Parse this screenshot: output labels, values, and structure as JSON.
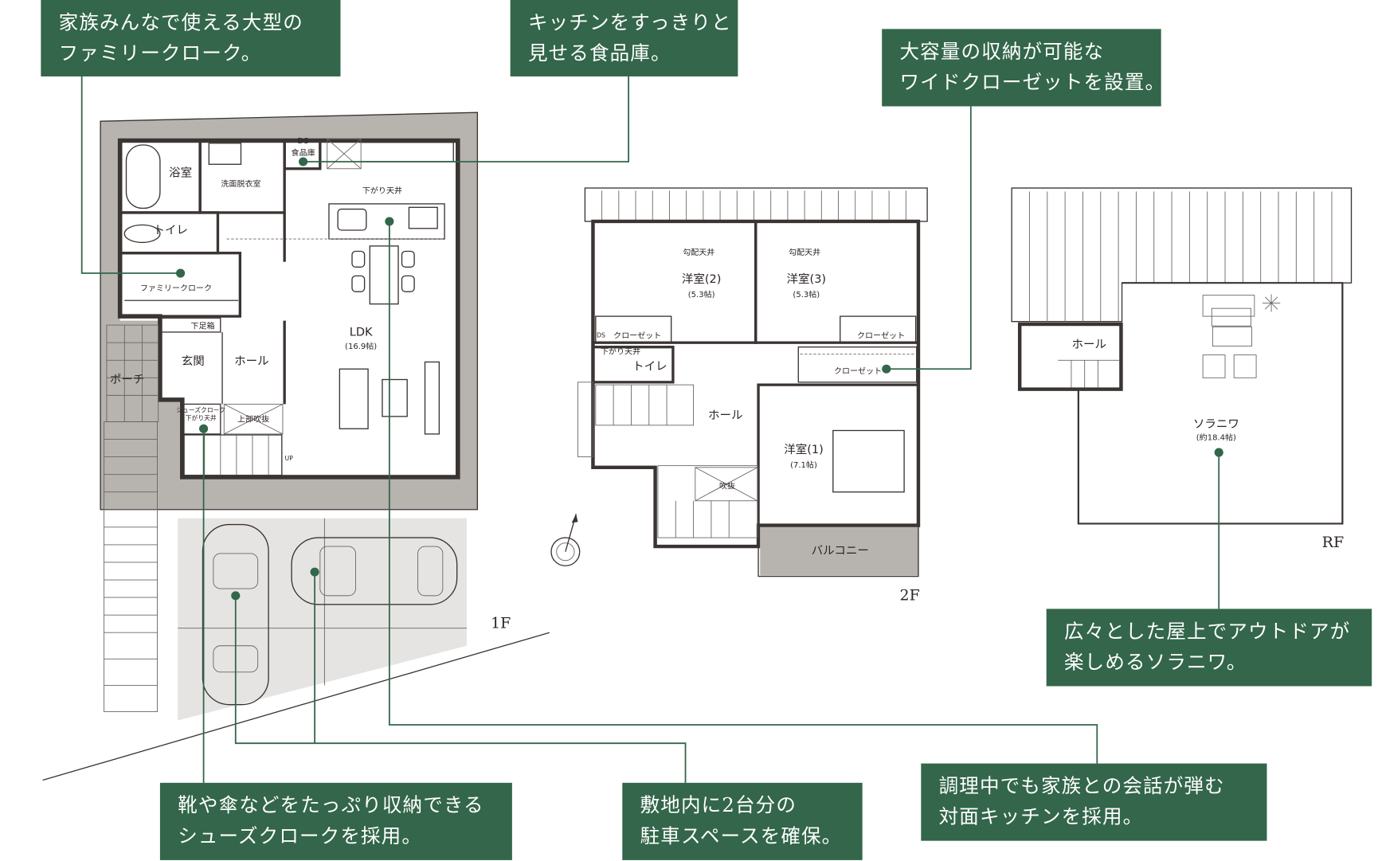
{
  "colors": {
    "accent": "#33664a",
    "wall": "#3a3432",
    "exterior": "#b7b3ae"
  },
  "callouts": [
    {
      "id": "family-closet",
      "lines": [
        "家族みんなで使える大型の",
        "ファミリークローク。"
      ]
    },
    {
      "id": "pantry",
      "lines": [
        "キッチンをすっきりと",
        "見せる食品庫。"
      ]
    },
    {
      "id": "wide-closet",
      "lines": [
        "大容量の収納が可能な",
        "ワイドクローゼットを設置。"
      ]
    },
    {
      "id": "sora-niwa",
      "lines": [
        "広々とした屋上でアウトドアが",
        "楽しめるソラニワ。"
      ]
    },
    {
      "id": "shoes-closet",
      "lines": [
        "靴や傘などをたっぷり収納できる",
        "シューズクロークを採用。"
      ]
    },
    {
      "id": "parking",
      "lines": [
        "敷地内に2台分の",
        "駐車スペースを確保。"
      ]
    },
    {
      "id": "kitchen",
      "lines": [
        "調理中でも家族との会話が弾む",
        "対面キッチンを採用。"
      ]
    }
  ],
  "floor1": {
    "label": "1F",
    "rooms": {
      "bath": "浴室",
      "washroom": "洗面脱衣室",
      "pantry": "食品庫",
      "ds": "DS",
      "lowered_ceiling": "下がり天井",
      "toilet": "トイレ",
      "family_closet": "ファミリークローク",
      "shoe_box": "下足箱",
      "entrance": "玄関",
      "hall": "ホール",
      "porch": "ポーチ",
      "ldk": "LDK",
      "ldk_size": "(16.9帖)",
      "shoes_closet": "シューズクローク",
      "shoes_ceiling": "下がり天井",
      "void_above": "上部吹抜",
      "up": "UP"
    }
  },
  "floor2": {
    "label": "2F",
    "rooms": {
      "slope_ceiling_2": "勾配天井",
      "slope_ceiling_3": "勾配天井",
      "room2": "洋室(2)",
      "room2_size": "(5.3帖)",
      "room3": "洋室(3)",
      "room3_size": "(5.3帖)",
      "ds": "DS",
      "closet_2": "クローゼット",
      "closet_3": "クローゼット",
      "lowered_ceiling": "下がり天井",
      "toilet": "トイレ",
      "wide_closet": "クローゼット",
      "hall": "ホール",
      "room1": "洋室(1)",
      "room1_size": "(7.1帖)",
      "void": "吹抜",
      "balcony": "バルコニー"
    }
  },
  "roof": {
    "label": "RF",
    "rooms": {
      "hall": "ホール",
      "sora_niwa": "ソラニワ",
      "sora_niwa_size": "(約18.4帖)"
    }
  }
}
